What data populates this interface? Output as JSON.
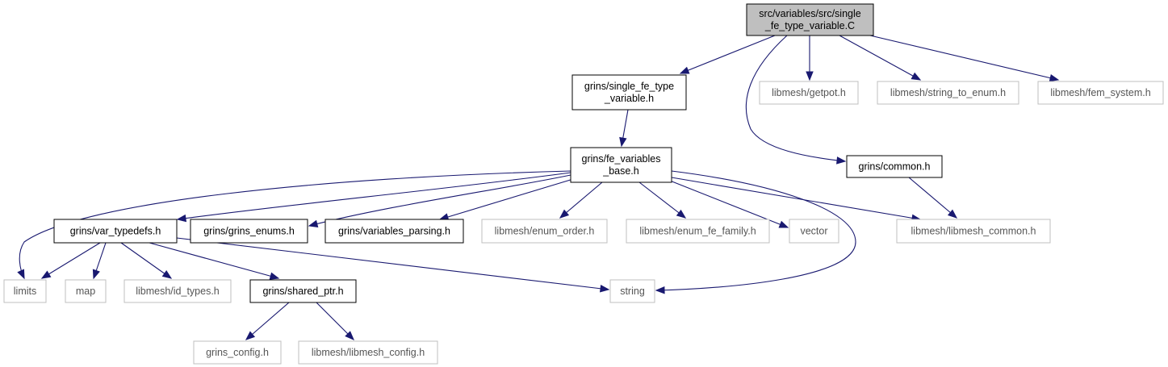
{
  "diagram": {
    "nodes": [
      {
        "id": "single_fe_type_variable_C",
        "lines": [
          "src/variables/src/single",
          "_fe_type_variable.C"
        ],
        "kind": "focus"
      },
      {
        "id": "single_fe_type_variable_h",
        "lines": [
          "grins/single_fe_type",
          "_variable.h"
        ],
        "kind": "internal"
      },
      {
        "id": "getpot_h",
        "lines": [
          "libmesh/getpot.h"
        ],
        "kind": "external"
      },
      {
        "id": "string_to_enum_h",
        "lines": [
          "libmesh/string_to_enum.h"
        ],
        "kind": "external"
      },
      {
        "id": "fem_system_h",
        "lines": [
          "libmesh/fem_system.h"
        ],
        "kind": "external"
      },
      {
        "id": "fe_variables_base_h",
        "lines": [
          "grins/fe_variables",
          "_base.h"
        ],
        "kind": "internal"
      },
      {
        "id": "common_h",
        "lines": [
          "grins/common.h"
        ],
        "kind": "internal"
      },
      {
        "id": "var_typedefs_h",
        "lines": [
          "grins/var_typedefs.h"
        ],
        "kind": "internal"
      },
      {
        "id": "grins_enums_h",
        "lines": [
          "grins/grins_enums.h"
        ],
        "kind": "internal"
      },
      {
        "id": "variables_parsing_h",
        "lines": [
          "grins/variables_parsing.h"
        ],
        "kind": "internal"
      },
      {
        "id": "enum_order_h",
        "lines": [
          "libmesh/enum_order.h"
        ],
        "kind": "external"
      },
      {
        "id": "enum_fe_family_h",
        "lines": [
          "libmesh/enum_fe_family.h"
        ],
        "kind": "external"
      },
      {
        "id": "vector",
        "lines": [
          "vector"
        ],
        "kind": "external"
      },
      {
        "id": "libmesh_common_h",
        "lines": [
          "libmesh/libmesh_common.h"
        ],
        "kind": "external"
      },
      {
        "id": "limits",
        "lines": [
          "limits"
        ],
        "kind": "external"
      },
      {
        "id": "map",
        "lines": [
          "map"
        ],
        "kind": "external"
      },
      {
        "id": "id_types_h",
        "lines": [
          "libmesh/id_types.h"
        ],
        "kind": "external"
      },
      {
        "id": "shared_ptr_h",
        "lines": [
          "grins/shared_ptr.h"
        ],
        "kind": "internal"
      },
      {
        "id": "string",
        "lines": [
          "string"
        ],
        "kind": "external"
      },
      {
        "id": "grins_config_h",
        "lines": [
          "grins_config.h"
        ],
        "kind": "external"
      },
      {
        "id": "libmesh_config_h",
        "lines": [
          "libmesh/libmesh_config.h"
        ],
        "kind": "external"
      }
    ],
    "edges": [
      {
        "from": "single_fe_type_variable_C",
        "to": "single_fe_type_variable_h"
      },
      {
        "from": "single_fe_type_variable_C",
        "to": "getpot_h"
      },
      {
        "from": "single_fe_type_variable_C",
        "to": "string_to_enum_h"
      },
      {
        "from": "single_fe_type_variable_C",
        "to": "fem_system_h"
      },
      {
        "from": "single_fe_type_variable_C",
        "to": "common_h"
      },
      {
        "from": "single_fe_type_variable_h",
        "to": "fe_variables_base_h"
      },
      {
        "from": "fe_variables_base_h",
        "to": "var_typedefs_h"
      },
      {
        "from": "fe_variables_base_h",
        "to": "grins_enums_h"
      },
      {
        "from": "fe_variables_base_h",
        "to": "variables_parsing_h"
      },
      {
        "from": "fe_variables_base_h",
        "to": "enum_order_h"
      },
      {
        "from": "fe_variables_base_h",
        "to": "enum_fe_family_h"
      },
      {
        "from": "fe_variables_base_h",
        "to": "vector"
      },
      {
        "from": "fe_variables_base_h",
        "to": "libmesh_common_h"
      },
      {
        "from": "fe_variables_base_h",
        "to": "limits"
      },
      {
        "from": "fe_variables_base_h",
        "to": "string"
      },
      {
        "from": "common_h",
        "to": "libmesh_common_h"
      },
      {
        "from": "var_typedefs_h",
        "to": "limits"
      },
      {
        "from": "var_typedefs_h",
        "to": "map"
      },
      {
        "from": "var_typedefs_h",
        "to": "id_types_h"
      },
      {
        "from": "var_typedefs_h",
        "to": "shared_ptr_h"
      },
      {
        "from": "var_typedefs_h",
        "to": "string"
      },
      {
        "from": "shared_ptr_h",
        "to": "grins_config_h"
      },
      {
        "from": "shared_ptr_h",
        "to": "libmesh_config_h"
      }
    ]
  }
}
